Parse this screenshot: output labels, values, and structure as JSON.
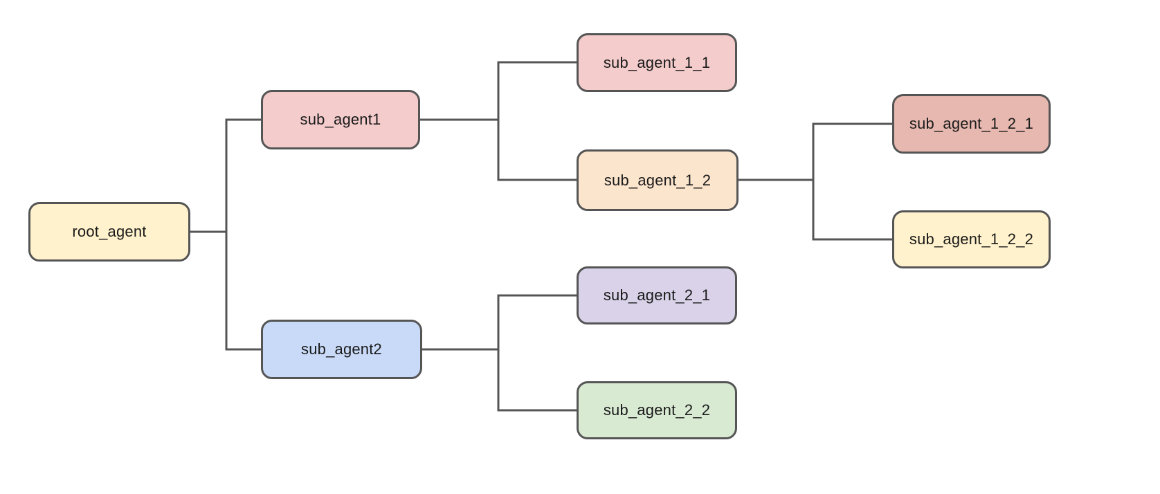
{
  "diagram": {
    "type": "tree",
    "direction": "left-to-right",
    "background_color": "#ffffff",
    "edge_color": "#555555",
    "node_border_color": "#555555",
    "text_color": "#1a1a1a",
    "nodes": [
      {
        "id": "root_agent",
        "label": "root_agent",
        "fill": "#FFF2CC",
        "parent": null
      },
      {
        "id": "sub_agent1",
        "label": "sub_agent1",
        "fill": "#F4CCCC",
        "parent": "root_agent"
      },
      {
        "id": "sub_agent2",
        "label": "sub_agent2",
        "fill": "#C9DAF8",
        "parent": "root_agent"
      },
      {
        "id": "sub_agent_1_1",
        "label": "sub_agent_1_1",
        "fill": "#F4CCCC",
        "parent": "sub_agent1"
      },
      {
        "id": "sub_agent_1_2",
        "label": "sub_agent_1_2",
        "fill": "#FCE5CD",
        "parent": "sub_agent1"
      },
      {
        "id": "sub_agent_2_1",
        "label": "sub_agent_2_1",
        "fill": "#D9D2E9",
        "parent": "sub_agent2"
      },
      {
        "id": "sub_agent_2_2",
        "label": "sub_agent_2_2",
        "fill": "#D9EAD3",
        "parent": "sub_agent2"
      },
      {
        "id": "sub_agent_1_2_1",
        "label": "sub_agent_1_2_1",
        "fill": "#E6B8AF",
        "parent": "sub_agent_1_2"
      },
      {
        "id": "sub_agent_1_2_2",
        "label": "sub_agent_1_2_2",
        "fill": "#FFF2CC",
        "parent": "sub_agent_1_2"
      }
    ],
    "edges": [
      {
        "from": "root_agent",
        "to": "sub_agent1"
      },
      {
        "from": "root_agent",
        "to": "sub_agent2"
      },
      {
        "from": "sub_agent1",
        "to": "sub_agent_1_1"
      },
      {
        "from": "sub_agent1",
        "to": "sub_agent_1_2"
      },
      {
        "from": "sub_agent2",
        "to": "sub_agent_2_1"
      },
      {
        "from": "sub_agent2",
        "to": "sub_agent_2_2"
      },
      {
        "from": "sub_agent_1_2",
        "to": "sub_agent_1_2_1"
      },
      {
        "from": "sub_agent_1_2",
        "to": "sub_agent_1_2_2"
      }
    ]
  }
}
